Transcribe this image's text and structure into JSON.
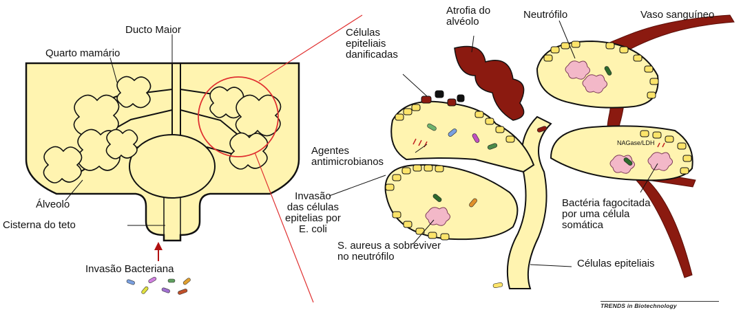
{
  "labels": {
    "ducto_maior": "Ducto Maior",
    "quarto_mamario": "Quarto mamário",
    "alveolo": "Álveolo",
    "cisterna": "Cisterna do teto",
    "invasao_bacteriana": "Invasão Bacteriana",
    "atrofia": "Atrofia do\nalvéolo",
    "neutrofilo": "Neutrófilo",
    "vaso": "Vaso sanguíneo",
    "celulas_danificadas": "Células\nepiteliais\ndanificadas",
    "agentes": "Agentes\nantimicrobianos",
    "invasao_ecoli": "Invasão\ndas células\nepitelias por\nE. coli",
    "s_aureus": "S. aureus a sobreviver\nno neutrófilo",
    "nagase": "NAGase/LDH",
    "bacteria_fagocitada": "Bactéria fagocitada\npor uma célula\nsomática",
    "celulas_epiteliais": "Células epiteliais",
    "credit": "TRENDS in Biotechnology"
  },
  "colors": {
    "tissue": "#fff4b0",
    "cell": "#fce46a",
    "outline": "#111111",
    "vessel": "#8b1a10",
    "magnifier": "#e03030",
    "arrow": "#b01010"
  },
  "icons": [
    "bacteria-icon",
    "neutrophil-icon",
    "magnifier-circle"
  ]
}
